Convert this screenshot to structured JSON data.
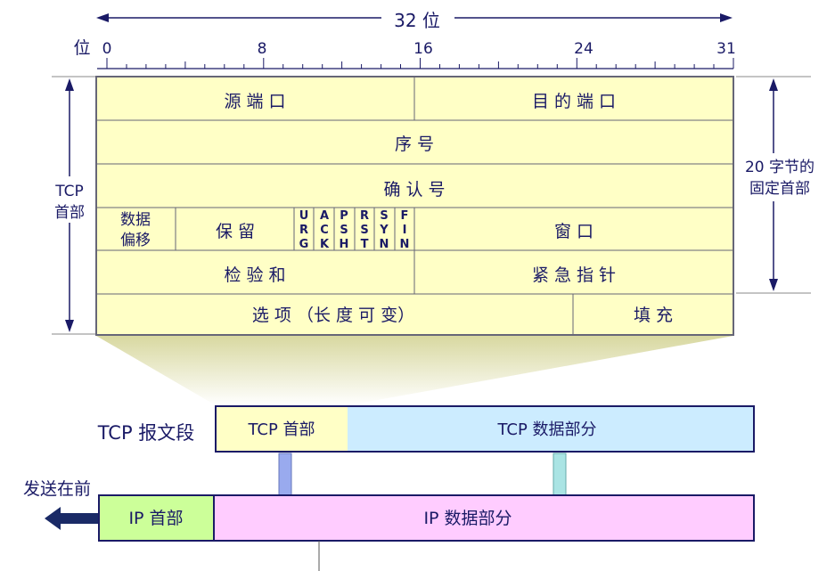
{
  "ruler": {
    "title": "32 位",
    "unit_label": "位",
    "ticks": [
      "0",
      "8",
      "16",
      "24",
      "31"
    ]
  },
  "side_labels": {
    "left": [
      "TCP",
      "首部"
    ],
    "right": [
      "20 字节的",
      "固定首部"
    ]
  },
  "fields": {
    "src_port": "源 端 口",
    "dst_port": "目 的 端 口",
    "seq": "序 号",
    "ack": "确 认 号",
    "offset": [
      "数据",
      "偏移"
    ],
    "reserved": "保 留",
    "flags": [
      {
        "name": "URG",
        "letters": [
          "U",
          "R",
          "G"
        ]
      },
      {
        "name": "ACK",
        "letters": [
          "A",
          "C",
          "K"
        ]
      },
      {
        "name": "PSH",
        "letters": [
          "P",
          "S",
          "H"
        ]
      },
      {
        "name": "RST",
        "letters": [
          "R",
          "S",
          "T"
        ]
      },
      {
        "name": "SYN",
        "letters": [
          "S",
          "Y",
          "N"
        ]
      },
      {
        "name": "FIN",
        "letters": [
          "F",
          "I",
          "N"
        ]
      }
    ],
    "window": "窗 口",
    "checksum": "检 验 和",
    "urgent_ptr": "紧 急 指 针",
    "options": "选 项 （长 度 可 变）",
    "padding": "填 充"
  },
  "segment": {
    "label": "TCP 报文段",
    "header": "TCP 首部",
    "data": "TCP 数据部分"
  },
  "datagram": {
    "send_first": "发送在前",
    "header": "IP 首部",
    "data": "IP 数据部分"
  },
  "colors": {
    "text": "#1a1a66",
    "field_fill": "#ffffc6",
    "border": "#666677",
    "tcp_data_fill": "#ccecff",
    "ip_header_fill": "#ccff99",
    "ip_data_fill": "#ffccff",
    "frame": "#1a1a66",
    "arrow_blue": "#99aaee",
    "arrow_cyan": "#aae4e4",
    "send_arrow": "#1a2a66"
  }
}
